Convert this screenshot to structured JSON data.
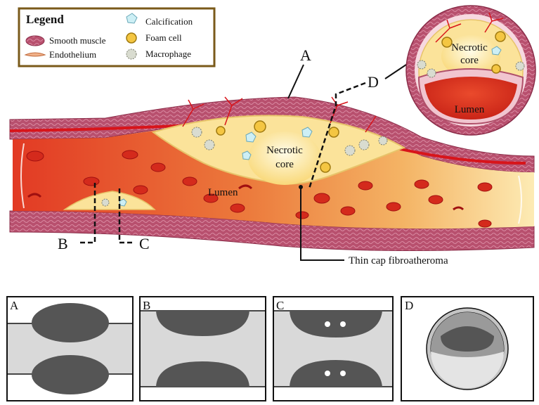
{
  "legend": {
    "title": "Legend",
    "items": [
      {
        "label": "Smooth muscle",
        "icon": "smooth-muscle-icon"
      },
      {
        "label": "Endothelium",
        "icon": "endothelium-icon"
      },
      {
        "label": "Calcification",
        "icon": "calcification-icon"
      },
      {
        "label": "Foam cell",
        "icon": "foam-cell-icon"
      },
      {
        "label": "Macrophage",
        "icon": "macrophage-icon"
      }
    ]
  },
  "labels": {
    "a": "A",
    "b": "B",
    "c": "C",
    "d": "D",
    "necrotic_core_line1": "Necrotic",
    "necrotic_core_line2": "core",
    "lumen": "Lumen",
    "inset_necrotic_line1": "Necrotic",
    "inset_necrotic_line2": "core",
    "inset_lumen": "Lumen",
    "thin_cap": "Thin cap fibroatheroma"
  },
  "panels": {
    "a": "A",
    "b": "B",
    "c": "C",
    "d": "D"
  },
  "colors": {
    "vessel_wall": "#b0506a",
    "lumen_red": "#e8432a",
    "lumen_orange": "#f2a15a",
    "lumen_yellow": "#fbe3a0",
    "necrotic_yellow": "#fde9a0",
    "artery_line": "#d8141a",
    "panel_gray": "#d9d9d9",
    "panel_dark": "#555555",
    "legend_border": "#7a5a1a"
  }
}
